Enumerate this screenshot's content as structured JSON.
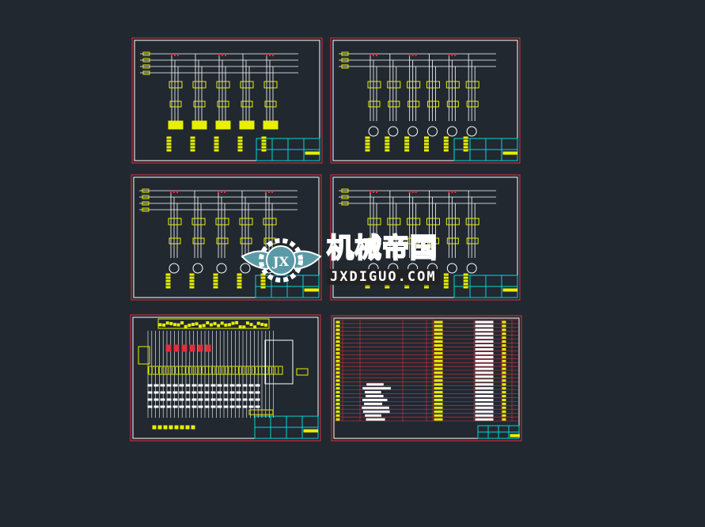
{
  "drawing": {
    "sheet_count": 6,
    "colors": {
      "background": "#212830",
      "sheet_border": "#e0303c",
      "inner_border": "#ffffff",
      "wiring": "#ffffff",
      "components": "#e8f000",
      "title_block": "#00d8d8"
    }
  },
  "watermark": {
    "title_cn": "机械帝国",
    "site": "JXDIGUO.COM",
    "logo_text": "JX"
  }
}
